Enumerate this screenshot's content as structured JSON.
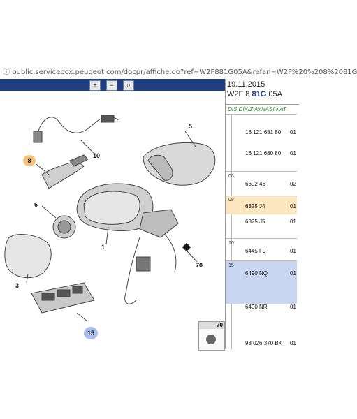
{
  "browser": {
    "url": "public.servicebox.peugeot.com/docpr/affiche.do?ref=W2F881G05A&refan=W2F%20%208%2081G"
  },
  "toolbar": {
    "zoom_in_label": "+",
    "zoom_out_label": "−",
    "zoom_reset_label": "○"
  },
  "header": {
    "date": "19.11.2015",
    "code_prefix": "W2F 8",
    "code_bold": "81G",
    "code_suffix": "05A",
    "title": "DIŞ DİKİZ AYNASI KAT"
  },
  "callouts": [
    "5",
    "8",
    "10",
    "6",
    "1",
    "3",
    "70",
    "15"
  ],
  "thumb": {
    "label": "70"
  },
  "parts": [
    {
      "idx": "",
      "pn": "16 121 681 80",
      "q": "01"
    },
    {
      "idx": "",
      "pn": "16 121 680 80",
      "q": "01"
    },
    {
      "idx": "06",
      "pn": "6602 46",
      "q": "02"
    },
    {
      "idx": "08",
      "pn": "6325 J4",
      "q": "01"
    },
    {
      "idx": "",
      "pn": "6325 J5",
      "q": "01"
    },
    {
      "idx": "10",
      "pn": "6445 F9",
      "q": "01"
    },
    {
      "idx": "15",
      "pn": "6490 NQ",
      "q": "01"
    },
    {
      "idx": "",
      "pn": "6490 NR",
      "q": "01"
    },
    {
      "idx": "",
      "pn": "98 026 370 BK",
      "q": "01"
    }
  ],
  "colors": {
    "toolbar": "#1f3f80",
    "highlight_orange": "#fce6c0",
    "highlight_blue": "#c9d6f2",
    "title_green": "#2e8b2e",
    "bubble_orange": "#f5c27a",
    "bubble_blue": "#a9bdf0"
  }
}
